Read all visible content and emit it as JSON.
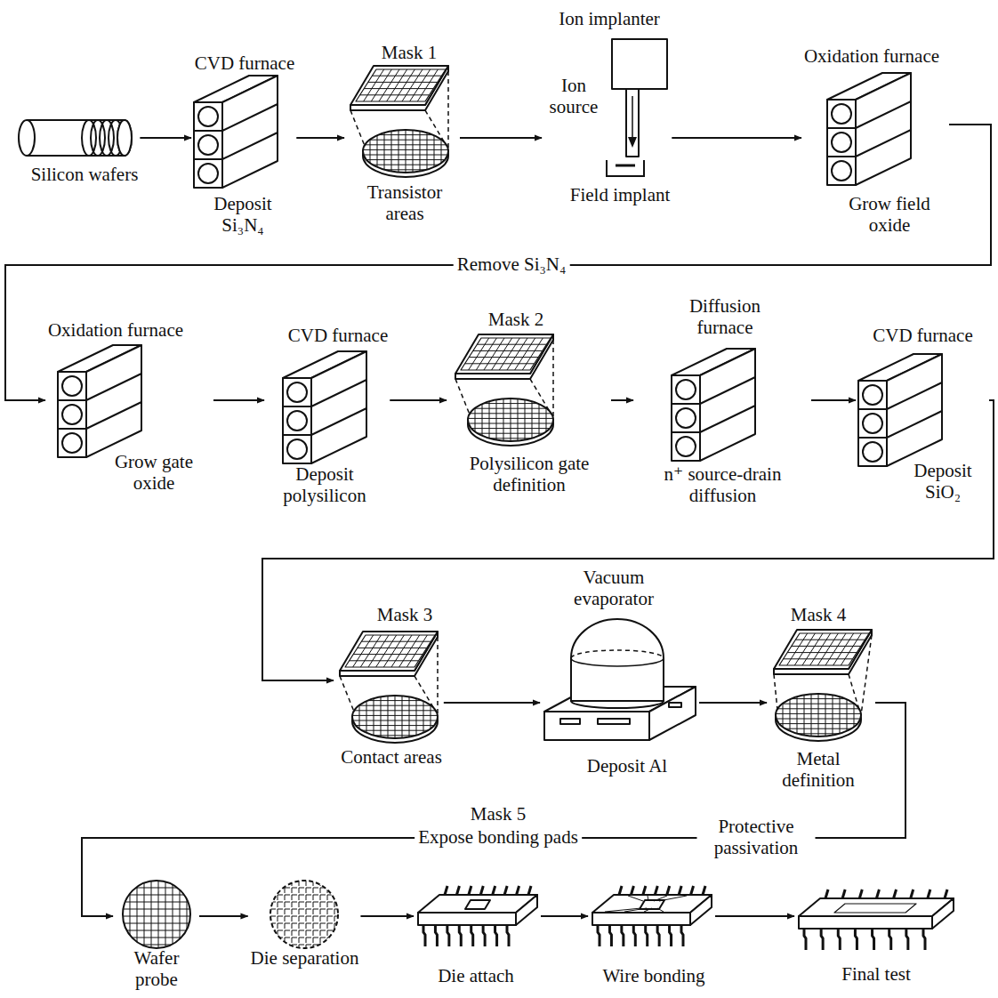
{
  "diagram": {
    "nodes": [
      {
        "text": [
          "Silicon wafers"
        ]
      },
      {
        "text": [
          "CVD furnace",
          "Deposit Si₃N₄"
        ]
      },
      {
        "text": [
          "Mask 1",
          "Transistor areas"
        ]
      },
      {
        "text": [
          "Ion implanter",
          "Ion source",
          "Field implant"
        ]
      },
      {
        "text": [
          "Oxidation furnace",
          "Grow field oxide"
        ]
      },
      {
        "text": [
          "Oxidation furnace",
          "Grow gate oxide"
        ]
      },
      {
        "text": [
          "CVD furnace",
          "Deposit polysilicon"
        ]
      },
      {
        "text": [
          "Mask 2",
          "Polysilicon gate definition"
        ]
      },
      {
        "text": [
          "Diffusion furnace",
          "n⁺ source-drain diffusion"
        ]
      },
      {
        "text": [
          "CVD furnace",
          "Deposit SiO₂"
        ]
      },
      {
        "text": [
          "Mask 3",
          "Contact areas"
        ]
      },
      {
        "text": [
          "Vacuum evaporator",
          "Deposit Al"
        ]
      },
      {
        "text": [
          "Mask 4",
          "Metal definition"
        ]
      },
      {
        "text": [
          "Wafer probe"
        ]
      },
      {
        "text": [
          "Die separation"
        ]
      },
      {
        "text": [
          "Die attach"
        ]
      },
      {
        "text": [
          "Wire bonding"
        ]
      },
      {
        "text": [
          "Final test"
        ]
      }
    ],
    "edges": [
      {
        "from": 0,
        "to": 1,
        "arrow": "to"
      },
      {
        "from": 1,
        "to": 2,
        "arrow": "to"
      },
      {
        "from": 2,
        "to": 3,
        "arrow": "to"
      },
      {
        "from": 3,
        "to": 4,
        "arrow": "to"
      },
      {
        "from": 4,
        "to": 5,
        "label": "Remove Si₃N₄",
        "arrow": "to"
      },
      {
        "from": 5,
        "to": 6,
        "arrow": "to"
      },
      {
        "from": 6,
        "to": 7,
        "arrow": "to"
      },
      {
        "from": 7,
        "to": 8,
        "arrow": "to"
      },
      {
        "from": 8,
        "to": 9,
        "arrow": "to"
      },
      {
        "from": 9,
        "to": 10,
        "arrow": "to"
      },
      {
        "from": 10,
        "to": 11,
        "arrow": "to"
      },
      {
        "from": 11,
        "to": 12,
        "arrow": "to"
      },
      {
        "from": 12,
        "to": 13,
        "label": "Protective passivation",
        "arrow": "to"
      },
      {
        "from": 13,
        "to": 14,
        "arrow": "to"
      },
      {
        "from": 14,
        "to": 15,
        "arrow": "to"
      },
      {
        "from": 15,
        "to": 16,
        "arrow": "to"
      },
      {
        "from": 16,
        "to": 17,
        "arrow": "to"
      }
    ],
    "labels": [
      "Mask 5",
      "Expose bonding pads"
    ]
  }
}
